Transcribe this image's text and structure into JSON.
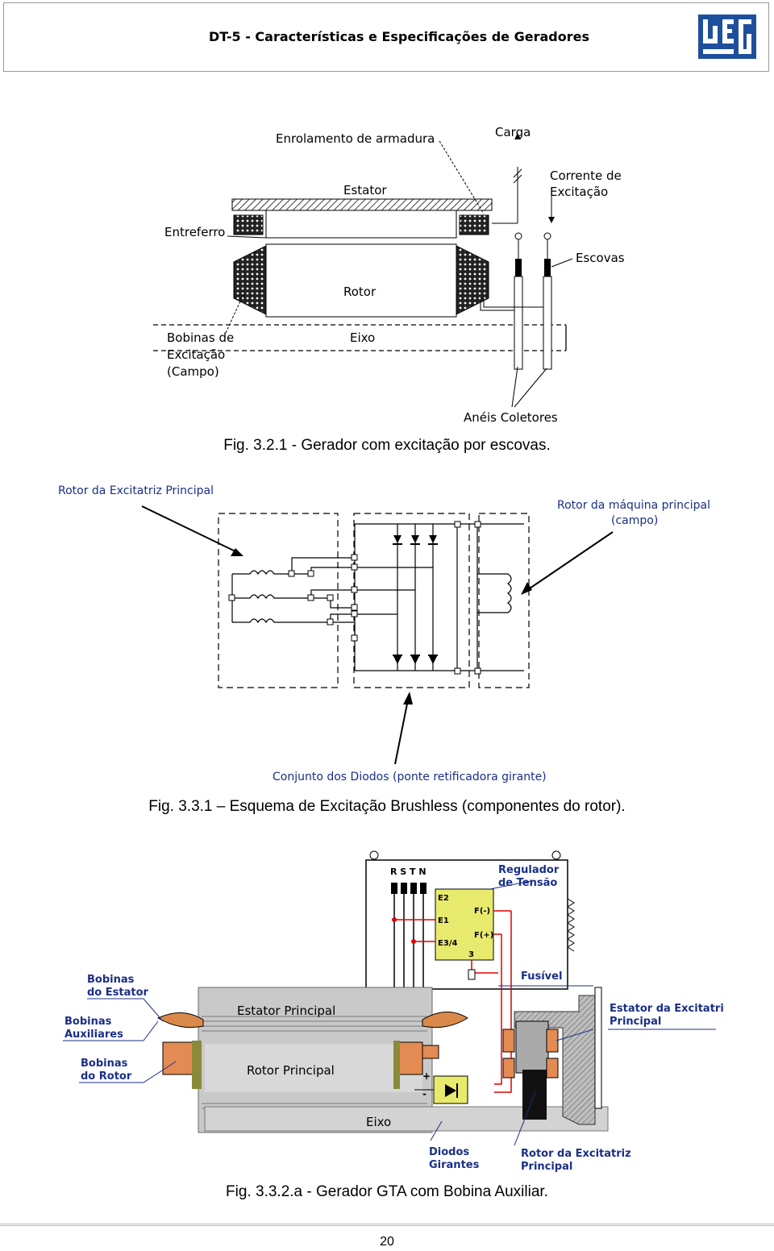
{
  "header": {
    "title": "DT-5 - Características e Especificações de Geradores",
    "logo_text": "WEG"
  },
  "fig1": {
    "labels": {
      "armature": "Enrolamento de armadura",
      "load": "Carga",
      "stator": "Estator",
      "excitation_current_1": "Corrente de",
      "excitation_current_2": "Excitação",
      "air_gap": "Entreferro",
      "brushes": "Escovas",
      "rotor": "Rotor",
      "field_coils_1": "Bobinas de",
      "field_coils_2": "Excitação",
      "field_coils_3": "(Campo)",
      "shaft": "Eixo",
      "slip_rings": "Anéis Coletores"
    },
    "caption": "Fig. 3.2.1 - Gerador com excitação por escovas."
  },
  "fig2": {
    "labels": {
      "exciter_rotor": "Rotor da Excitatriz Principal",
      "main_rotor_1": "Rotor da máquina principal",
      "main_rotor_2": "(campo)",
      "diodes": "Conjunto dos Diodos (ponte retificadora girante)"
    },
    "caption": "Fig. 3.3.1 – Esquema de Excitação Brushless (componentes do rotor)."
  },
  "fig3": {
    "labels": {
      "rstn": "R S T N",
      "regulator_1": "Regulador",
      "regulator_2": "de Tensão",
      "e2": "E2",
      "e1": "E1",
      "e34": "E3/4",
      "fminus": "F(-)",
      "fplus": "F(+)",
      "three": "3",
      "fuse": "Fusível",
      "stator_coils_1": "Bobinas",
      "stator_coils_2": "do Estator",
      "aux_coils_1": "Bobinas",
      "aux_coils_2": "Auxiliares",
      "rotor_coils_1": "Bobinas",
      "rotor_coils_2": "do Rotor",
      "main_stator": "Estator Principal",
      "main_rotor": "Rotor Principal",
      "exciter_stator_1": "Estator da Excitatriz",
      "exciter_stator_2": "Principal",
      "plus": "+",
      "minus": "-",
      "shaft": "Eixo",
      "rot_diodes_1": "Diodos",
      "rot_diodes_2": "Girantes",
      "exciter_rotor_1": "Rotor da Excitatriz",
      "exciter_rotor_2": "Principal"
    },
    "caption": "Fig. 3.3.2.a - Gerador GTA com Bobina Auxiliar."
  },
  "footer": {
    "page": "20"
  }
}
